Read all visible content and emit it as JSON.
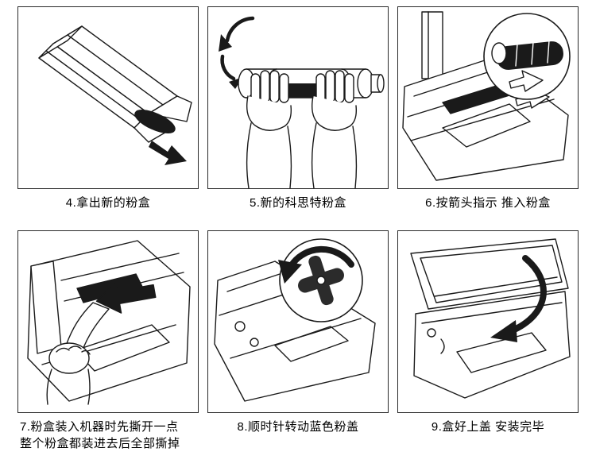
{
  "page": {
    "background": "#ffffff",
    "ink": "#1a1a1a"
  },
  "steps": [
    {
      "caption": "4.拿出新的粉盒",
      "illustration": "new-toner-box-pulled-from-carton"
    },
    {
      "caption": "5.新的科思特粉盒",
      "illustration": "hands-holding-new-toner-cartridge"
    },
    {
      "caption": "6.按箭头指示 推入粉盒",
      "illustration": "push-cartridge-into-printer-with-arrow-inset"
    },
    {
      "caption": "7.粉盒装入机器时先撕开一点",
      "caption_line2": "整个粉盒都装进去后全部撕掉",
      "illustration": "tear-seal-tape-while-inserting-cartridge"
    },
    {
      "caption": "8.顺时针转动蓝色粉盖",
      "illustration": "rotate-blue-cap-clockwise-inset"
    },
    {
      "caption": "9.盒好上盖 安装完毕",
      "illustration": "close-top-cover-installation-complete"
    }
  ]
}
